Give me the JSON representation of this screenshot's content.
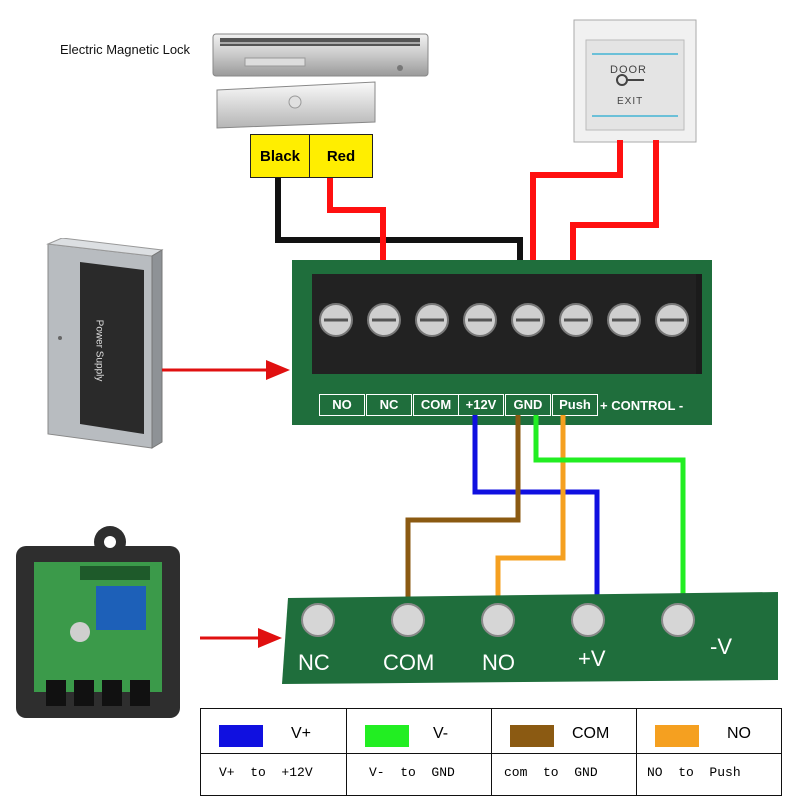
{
  "title": "Electric Magnetic Lock",
  "wire_labels": {
    "black": "Black",
    "red": "Red"
  },
  "exit_button": {
    "line1": "DOOR",
    "line2": "EXIT"
  },
  "power_supply": {
    "label": "Power Supply"
  },
  "controller": {
    "terminals": [
      "NO",
      "NC",
      "COM",
      "+12V",
      "GND",
      "Push"
    ],
    "control_label": "+ CONTROL -"
  },
  "receiver": {
    "terminals": [
      "NC",
      "COM",
      "NO",
      "+V",
      "-V"
    ]
  },
  "legend": [
    {
      "color": "#1010e0",
      "name": "V+",
      "desc": "V+  to  +12V"
    },
    {
      "color": "#22ee22",
      "name": "V-",
      "desc": "V-  to  GND"
    },
    {
      "color": "#8b5a12",
      "name": "COM",
      "desc": "com  to  GND"
    },
    {
      "color": "#f5a020",
      "name": "NO",
      "desc": "NO  to  Push"
    }
  ],
  "colors": {
    "wire_black": "#111111",
    "wire_red": "#ff1010",
    "wire_blue": "#1010e0",
    "wire_brown": "#8b5a12",
    "wire_orange": "#f5a020",
    "wire_green": "#22ee22",
    "board_green": "#1f6e3c",
    "label_yellow": "#ffee00"
  }
}
